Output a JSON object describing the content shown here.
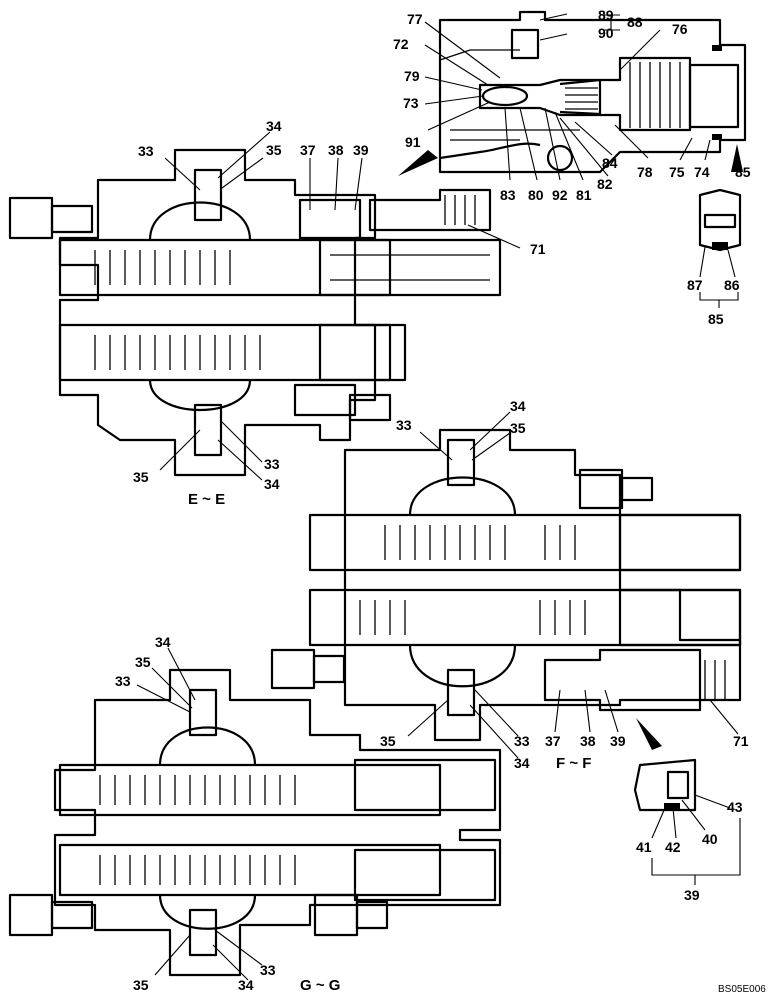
{
  "drawing_code": "BS05E006",
  "sections": {
    "e": "E ~ E",
    "f": "F ~ F",
    "g": "G ~ G"
  },
  "callouts": {
    "n33": "33",
    "n34": "34",
    "n35": "35",
    "n37": "37",
    "n38": "38",
    "n39": "39",
    "n40": "40",
    "n41": "41",
    "n42": "42",
    "n43": "43",
    "n71": "71",
    "n72": "72",
    "n73": "73",
    "n74": "74",
    "n75": "75",
    "n76": "76",
    "n77": "77",
    "n78": "78",
    "n79": "79",
    "n80": "80",
    "n81": "81",
    "n82": "82",
    "n83": "83",
    "n84": "84",
    "n85": "85",
    "n86": "86",
    "n87": "87",
    "n88": "88",
    "n89": "89",
    "n90": "90",
    "n91": "91",
    "n92": "92"
  }
}
